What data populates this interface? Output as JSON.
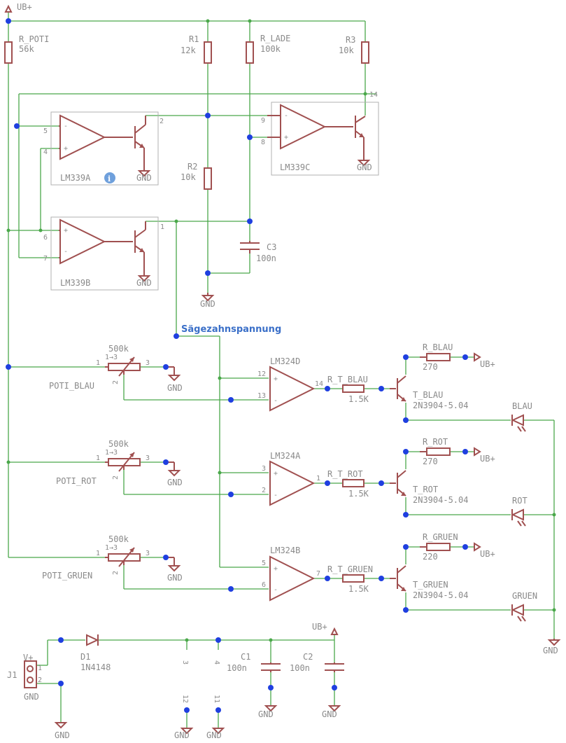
{
  "colors": {
    "wire": "#4aa84a",
    "part": "#a05050",
    "junction": "#1f3fe0",
    "text": "#8a8a8a",
    "net_label": "#3a6fc8",
    "frame": "#b0b0b0"
  },
  "supply": {
    "ub_plus": "UB+",
    "gnd": "GND",
    "v_plus": "V+"
  },
  "resistors": {
    "r_poti": {
      "name": "R_POTI",
      "value": "56k"
    },
    "r1": {
      "name": "R1",
      "value": "12k"
    },
    "r_lade": {
      "name": "R_LADE",
      "value": "100k"
    },
    "r3": {
      "name": "R3",
      "value": "10k"
    },
    "r2": {
      "name": "R2",
      "value": "10k"
    },
    "r_blau": {
      "name": "R_BLAU",
      "value": "270"
    },
    "r_rot": {
      "name": "R_ROT",
      "value": "270"
    },
    "r_gruen": {
      "name": "R_GRUEN",
      "value": "220"
    },
    "r_t_blau": {
      "name": "R_T_BLAU",
      "value": "1.5K"
    },
    "r_t_rot": {
      "name": "R_T_ROT",
      "value": "1.5K"
    },
    "r_t_gruen": {
      "name": "R_T_GRUEN",
      "value": "1.5K"
    }
  },
  "capacitors": {
    "c1": {
      "name": "C1",
      "value": "100n"
    },
    "c2": {
      "name": "C2",
      "value": "100n"
    },
    "c3": {
      "name": "C3",
      "value": "100n"
    }
  },
  "comparators": {
    "a": {
      "name": "LM339A",
      "pins": [
        "5",
        "4",
        "2"
      ]
    },
    "b": {
      "name": "LM339B",
      "pins": [
        "6",
        "7",
        "1"
      ]
    },
    "c": {
      "name": "LM339C",
      "pins": [
        "9",
        "8"
      ]
    },
    "power_pin": "14"
  },
  "opamps": {
    "d": {
      "name": "LM324D",
      "pins": [
        "12",
        "13",
        "14"
      ]
    },
    "a": {
      "name": "LM324A",
      "pins": [
        "3",
        "2",
        "1"
      ]
    },
    "b": {
      "name": "LM324B",
      "pins": [
        "5",
        "6",
        "7"
      ]
    },
    "supply_pins": [
      "3",
      "4",
      "12",
      "11"
    ]
  },
  "potis": {
    "blau": {
      "name": "POTI_BLAU",
      "value": "500k"
    },
    "rot": {
      "name": "POTI_ROT",
      "value": "500k"
    },
    "gruen": {
      "name": "POTI_GRUEN",
      "value": "500k"
    },
    "pin1": "1",
    "pin2": "2",
    "pin3": "3",
    "marking": "1→3"
  },
  "transistors": {
    "blau": {
      "name": "T_BLAU",
      "value": "2N3904-5.04"
    },
    "rot": {
      "name": "T_ROT",
      "value": "2N3904-5.04"
    },
    "gruen": {
      "name": "T_GRUEN",
      "value": "2N3904-5.04"
    }
  },
  "leds": {
    "blau": "BLAU",
    "rot": "ROT",
    "gruen": "GRUEN"
  },
  "diode": {
    "name": "D1",
    "value": "1N4148"
  },
  "connector": {
    "name": "J1",
    "pin1": "1",
    "pin2": "2"
  },
  "net_label": "Sägezahnspannung",
  "info_icon": "info-icon",
  "info_glyph": "i"
}
